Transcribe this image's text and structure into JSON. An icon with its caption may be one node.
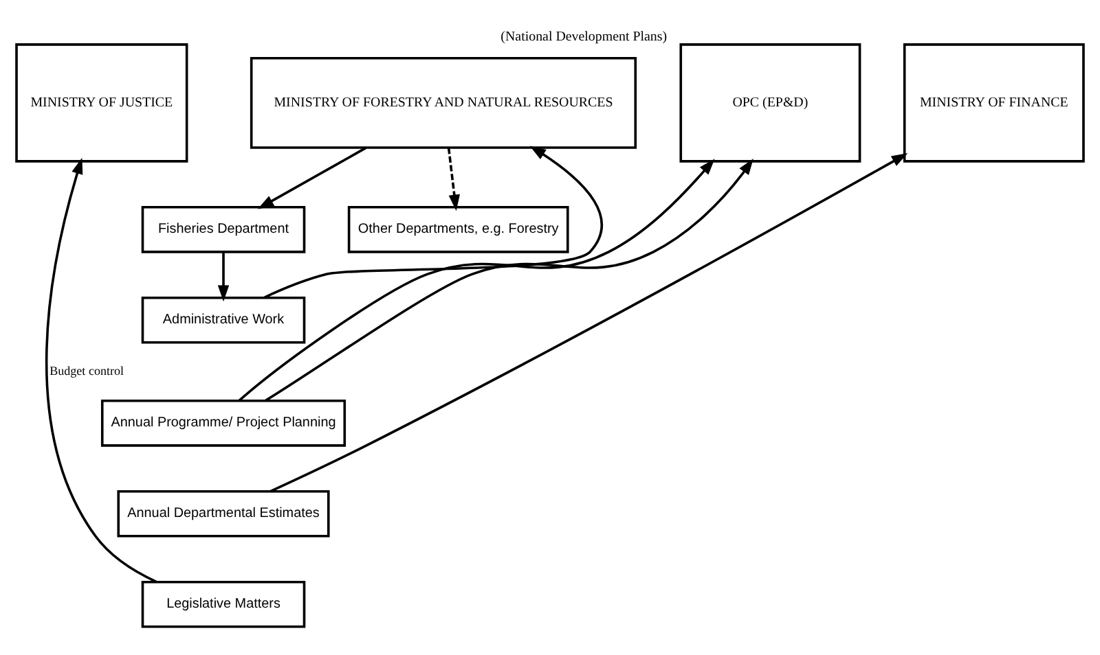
{
  "diagram": {
    "nodes": [
      {
        "text": [
          "MINISTRY OF JUSTICE"
        ]
      },
      {
        "text": [
          "MINISTRY OF FINANCE"
        ]
      },
      {
        "text": [
          "MINISTRY OF FORESTRY AND NATURAL RESOURCES"
        ]
      },
      {
        "text": [
          "OPC (EP&D)"
        ],
        "beside": [
          "(National Development Plans)"
        ]
      },
      {
        "text": [
          "Fisheries Department"
        ]
      },
      {
        "text": [
          "Other Departments, e.g. Forestry"
        ]
      },
      {
        "text": [
          "Administrative Work"
        ]
      },
      {
        "text": [
          "Annual Programme/ Project Planning"
        ]
      },
      {
        "text": [
          "Annual Departmental Estimates"
        ]
      },
      {
        "text": [
          "Legislative Matters"
        ]
      }
    ],
    "edges": [
      {
        "from": 2,
        "to": 4,
        "arrow": "to"
      },
      {
        "from": 4,
        "to": 6,
        "arrow": "to"
      },
      {
        "from": 6,
        "to": 2,
        "arrow": "to"
      },
      {
        "from": 7,
        "to": 3,
        "arrow": "to"
      },
      {
        "from": 7,
        "to": 3,
        "arrow": "to"
      },
      {
        "from": 8,
        "to": 1,
        "arrow": "to"
      },
      {
        "from": 9,
        "to": 0,
        "arrow": "to",
        "label": "Budget control"
      },
      {
        "from": 2,
        "to": 5,
        "arrow": "to",
        "style": "dashed"
      }
    ]
  }
}
